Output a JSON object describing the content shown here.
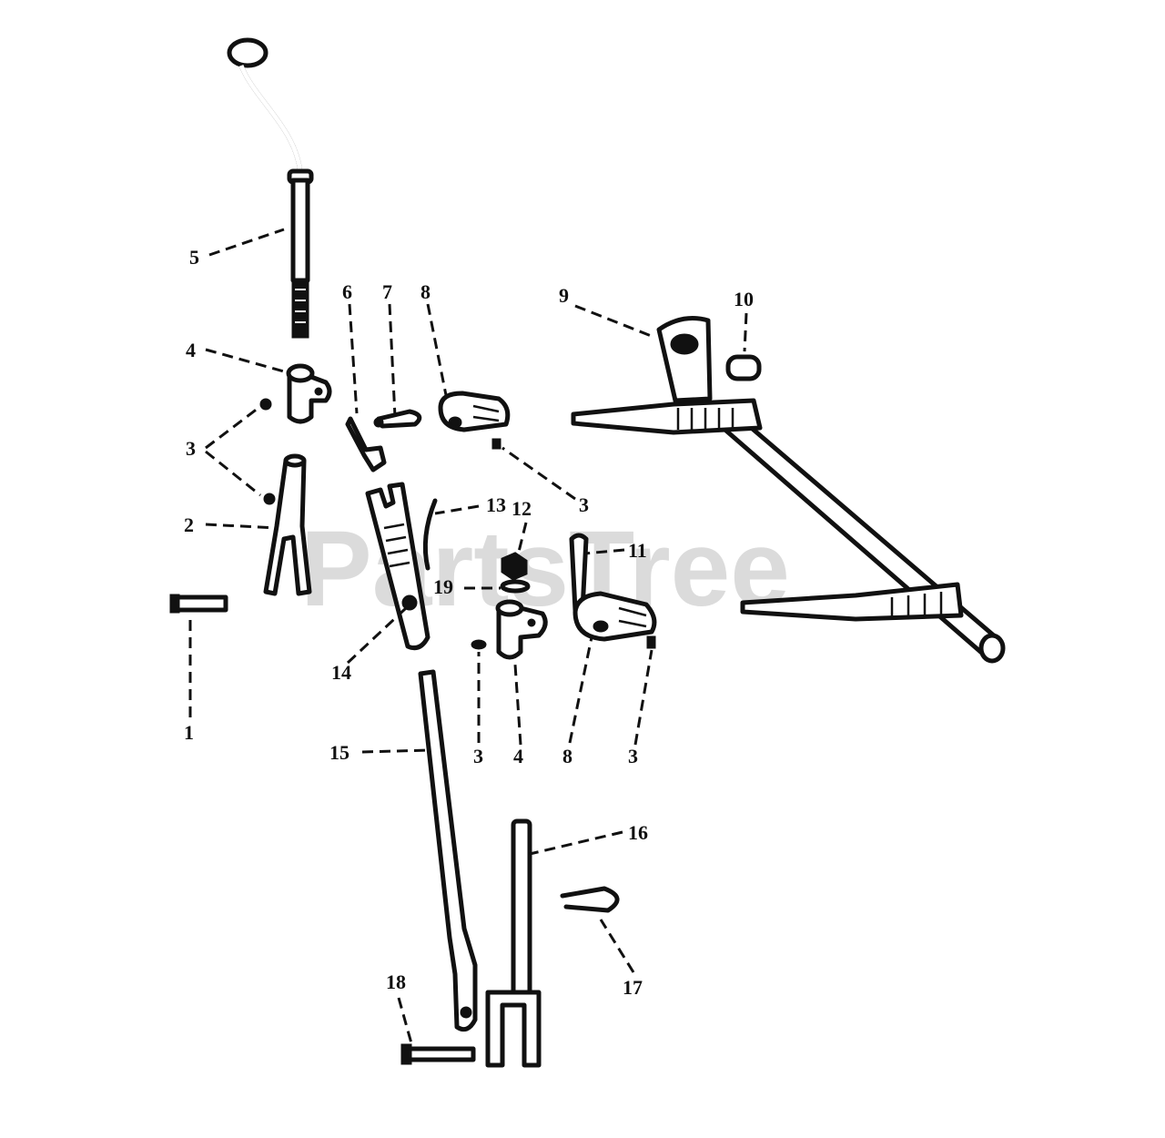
{
  "watermark": "PartsTree",
  "callouts": [
    {
      "id": "c5",
      "text": "5"
    },
    {
      "id": "c4a",
      "text": "4"
    },
    {
      "id": "c3a",
      "text": "3"
    },
    {
      "id": "c2",
      "text": "2"
    },
    {
      "id": "c1",
      "text": "1"
    },
    {
      "id": "c6",
      "text": "6"
    },
    {
      "id": "c7",
      "text": "7"
    },
    {
      "id": "c8a",
      "text": "8"
    },
    {
      "id": "c9",
      "text": "9"
    },
    {
      "id": "c10",
      "text": "10"
    },
    {
      "id": "c3b",
      "text": "3"
    },
    {
      "id": "c13",
      "text": "13"
    },
    {
      "id": "c12",
      "text": "12"
    },
    {
      "id": "c11",
      "text": "11"
    },
    {
      "id": "c19",
      "text": "19"
    },
    {
      "id": "c14",
      "text": "14"
    },
    {
      "id": "c3c",
      "text": "3"
    },
    {
      "id": "c4b",
      "text": "4"
    },
    {
      "id": "c8b",
      "text": "8"
    },
    {
      "id": "c3d",
      "text": "3"
    },
    {
      "id": "c15",
      "text": "15"
    },
    {
      "id": "c16",
      "text": "16"
    },
    {
      "id": "c17",
      "text": "17"
    },
    {
      "id": "c18",
      "text": "18"
    }
  ]
}
